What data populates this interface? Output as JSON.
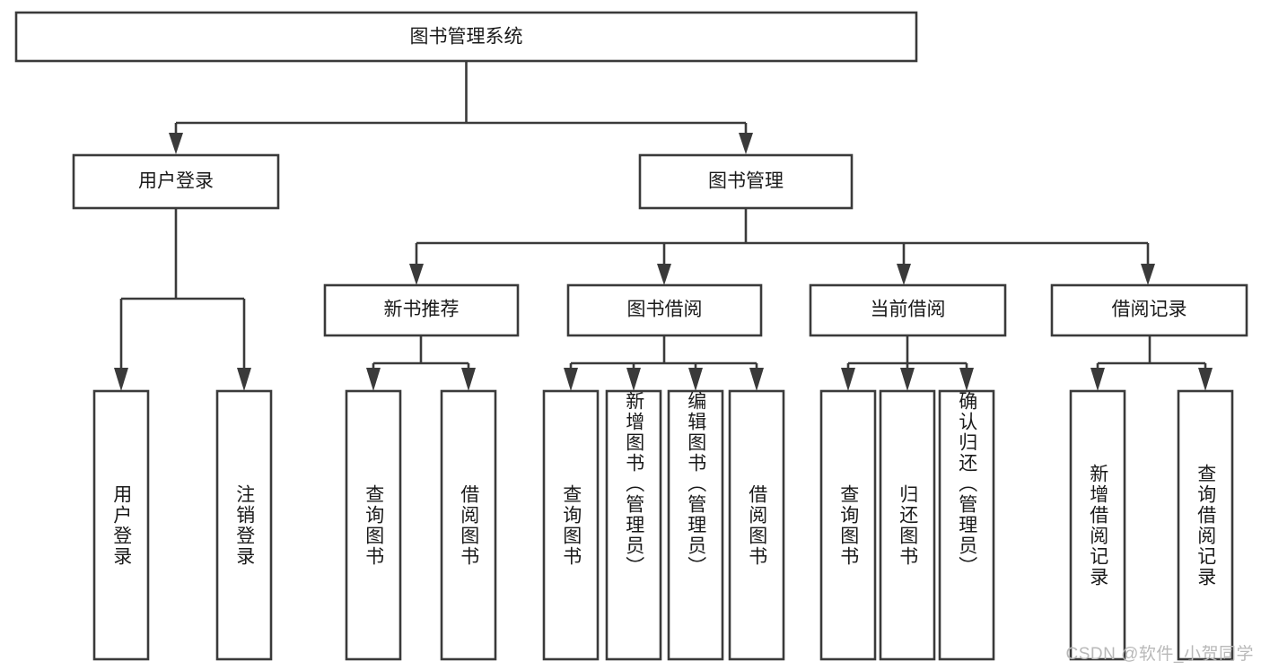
{
  "diagram": {
    "type": "hierarchy-tree",
    "title": "图书管理系统",
    "watermark": "CSDN @软件_小贺同学",
    "root": {
      "id": "root",
      "label": "图书管理系统",
      "orientation": "horizontal"
    },
    "level2": [
      {
        "id": "user-login",
        "label": "用户登录",
        "orientation": "horizontal"
      },
      {
        "id": "book-manage",
        "label": "图书管理",
        "orientation": "horizontal"
      }
    ],
    "level3": [
      {
        "id": "new-book-recommend",
        "label": "新书推荐",
        "orientation": "horizontal",
        "parent": "book-manage"
      },
      {
        "id": "book-borrow",
        "label": "图书借阅",
        "orientation": "horizontal",
        "parent": "book-manage"
      },
      {
        "id": "current-borrow",
        "label": "当前借阅",
        "orientation": "horizontal",
        "parent": "book-manage"
      },
      {
        "id": "borrow-record",
        "label": "借阅记录",
        "orientation": "horizontal",
        "parent": "book-manage"
      }
    ],
    "leaves": [
      {
        "id": "leaf-user-login",
        "label": "用户登录",
        "orientation": "vertical",
        "parent": "user-login"
      },
      {
        "id": "leaf-logout-login",
        "label": "注销登录",
        "orientation": "vertical",
        "parent": "user-login"
      },
      {
        "id": "leaf-query-book-1",
        "label": "查询图书",
        "orientation": "vertical",
        "parent": "new-book-recommend"
      },
      {
        "id": "leaf-borrow-book-1",
        "label": "借阅图书",
        "orientation": "vertical",
        "parent": "new-book-recommend"
      },
      {
        "id": "leaf-query-book-2",
        "label": "查询图书",
        "orientation": "vertical",
        "parent": "book-borrow"
      },
      {
        "id": "leaf-add-book",
        "label": "新增图书（管理员）",
        "orientation": "vertical",
        "parent": "book-borrow"
      },
      {
        "id": "leaf-edit-book",
        "label": "编辑图书（管理员）",
        "orientation": "vertical",
        "parent": "book-borrow"
      },
      {
        "id": "leaf-borrow-book-2",
        "label": "借阅图书",
        "orientation": "vertical",
        "parent": "book-borrow"
      },
      {
        "id": "leaf-query-book-3",
        "label": "查询图书",
        "orientation": "vertical",
        "parent": "current-borrow"
      },
      {
        "id": "leaf-return-book",
        "label": "归还图书",
        "orientation": "vertical",
        "parent": "current-borrow"
      },
      {
        "id": "leaf-confirm-return",
        "label": "确认归还（管理员）",
        "orientation": "vertical",
        "parent": "current-borrow"
      },
      {
        "id": "leaf-add-record",
        "label": "新增借阅记录",
        "orientation": "vertical",
        "parent": "borrow-record"
      },
      {
        "id": "leaf-query-record",
        "label": "查询借阅记录",
        "orientation": "vertical",
        "parent": "borrow-record"
      }
    ],
    "colors": {
      "box_stroke": "#3a3a3a",
      "box_fill": "#ffffff",
      "connector": "#3a3a3a",
      "text": "#1a1a1a",
      "background": "#ffffff",
      "watermark": "#b9b9b9"
    }
  }
}
